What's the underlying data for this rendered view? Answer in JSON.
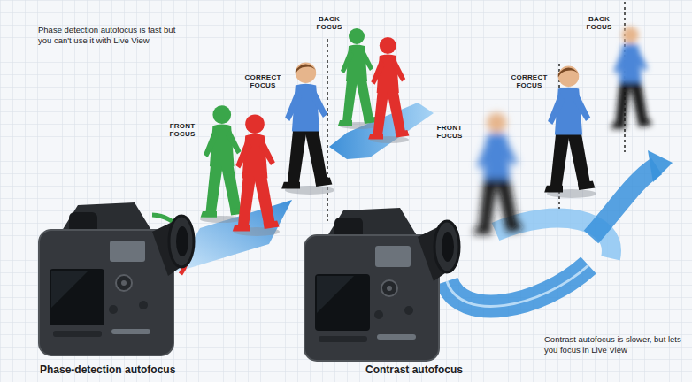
{
  "diagram": {
    "labels": [
      "Phase detection autofocus is fast but you can't use it with Live View",
      "BACK FOCUS",
      "CORRECT FOCUS",
      "FRONT FOCUS",
      "BACK FOCUS",
      "CORRECT FOCUS",
      "FRONT FOCUS",
      "Contrast autofocus is slower, but lets you focus in Live View",
      "Phase-detection autofocus",
      "Contrast autofocus"
    ]
  }
}
